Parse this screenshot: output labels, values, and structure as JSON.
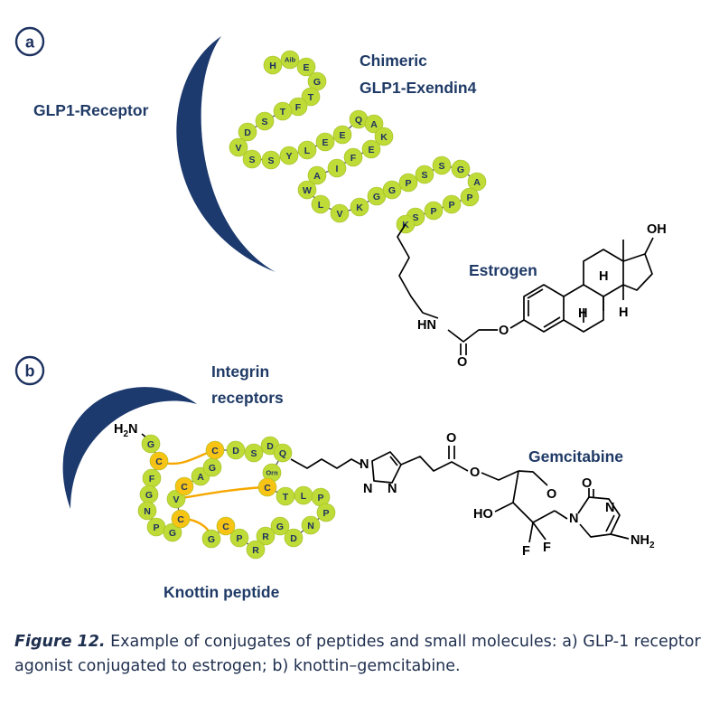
{
  "panels": {
    "a": {
      "letter": "a",
      "receptor_label": "GLP1-Receptor",
      "peptide_label_1": "Chimeric",
      "peptide_label_2": "GLP1-Exendin4",
      "molecule_label": "Estrogen",
      "residues": [
        "H",
        "Aib",
        "E",
        "G",
        "T",
        "F",
        "T",
        "S",
        "D",
        "V",
        "S",
        "S",
        "Y",
        "L",
        "E",
        "E",
        "Q",
        "A",
        "K",
        "E",
        "F",
        "I",
        "A",
        "W",
        "L",
        "V",
        "K",
        "G",
        "G",
        "P",
        "S",
        "S",
        "G",
        "A",
        "P",
        "P",
        "P",
        "S",
        "K"
      ]
    },
    "b": {
      "letter": "b",
      "receptor_label_1": "Integrin",
      "receptor_label_2": "receptors",
      "peptide_label": "Knottin peptide",
      "molecule_label": "Gemcitabine",
      "residues": [
        "G",
        "C",
        "F",
        "G",
        "N",
        "P",
        "G",
        "C",
        "V",
        "C",
        "A",
        "G",
        "C",
        "D",
        "S",
        "D",
        "Q",
        "Orn",
        "C",
        "T",
        "L",
        "P",
        "P",
        "N",
        "D",
        "G",
        "R",
        "R",
        "P",
        "C",
        "G"
      ]
    }
  },
  "chemistry_labels": {
    "oh": "OH",
    "h": "H",
    "hn": "HN",
    "o": "O",
    "h2n_main": "H",
    "h2n_sub": "2",
    "h2n_n": "N",
    "n": "N",
    "ho": "HO",
    "f": "F",
    "nh2_main": "NH",
    "nh2_sub": "2"
  },
  "colors": {
    "receptor": "#1c3a6e",
    "residue": "#bedb38",
    "cysteine": "#f7c415",
    "disulfide": "#f5a800",
    "title": "#1f3a66"
  },
  "caption": {
    "label": "Figure 12.",
    "text": "Example of conjugates of peptides and small molecules: a) GLP-1 receptor agonist conjugated to estrogen; b) knottin–gemcitabine."
  }
}
